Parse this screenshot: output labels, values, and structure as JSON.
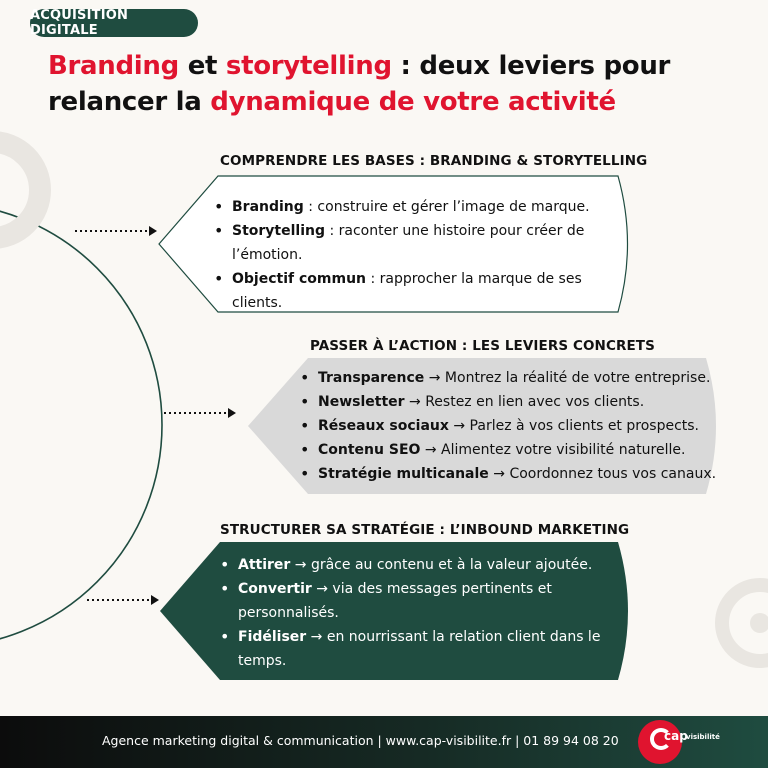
{
  "badge": "ACQUISITION DIGITALE",
  "title": {
    "w1": "Branding",
    "w2": " et ",
    "w3": "storytelling",
    "w4": " : deux leviers pour relancer la ",
    "w5": "dynamique de votre activité"
  },
  "sections": [
    {
      "heading": "COMPRENDRE LES BASES : BRANDING & STORYTELLING",
      "items": [
        {
          "bold": "Branding",
          "text": " : construire et gérer l’image de marque."
        },
        {
          "bold": "Storytelling",
          "text": " : raconter une histoire pour créer de l’émotion."
        },
        {
          "bold": "Objectif commun",
          "text": " : rapprocher la marque de ses clients."
        }
      ]
    },
    {
      "heading": "PASSER À L’ACTION : LES LEVIERS CONCRETS",
      "items": [
        {
          "bold": "Transparence",
          "text": " → Montrez la réalité de votre entreprise."
        },
        {
          "bold": "Newsletter",
          "text": " → Restez en lien avec vos clients."
        },
        {
          "bold": "Réseaux sociaux",
          "text": " → Parlez à vos clients et prospects."
        },
        {
          "bold": "Contenu SEO",
          "text": " → Alimentez votre visibilité naturelle."
        },
        {
          "bold": "Stratégie multicanale",
          "text": " → Coordonnez tous vos canaux."
        }
      ]
    },
    {
      "heading": "STRUCTURER SA STRATÉGIE : L’INBOUND MARKETING",
      "items": [
        {
          "bold": "Attirer",
          "text": " → grâce au contenu et à la valeur ajoutée."
        },
        {
          "bold": "Convertir",
          "text": " → via des messages pertinents et personnalisés."
        },
        {
          "bold": "Fidéliser",
          "text": " → en nourrissant la relation client dans le temps."
        }
      ]
    }
  ],
  "footer": {
    "text": "Agence marketing digital & communication | www.cap-visibilite.fr | 01 89 94 08 20",
    "logo_cap": "cap",
    "logo_visibilite": "visibilité"
  },
  "colors": {
    "accent_red": "#e0142f",
    "brand_green": "#1f4c40",
    "box_gray": "#d9d9d9",
    "background": "#faf8f4"
  }
}
